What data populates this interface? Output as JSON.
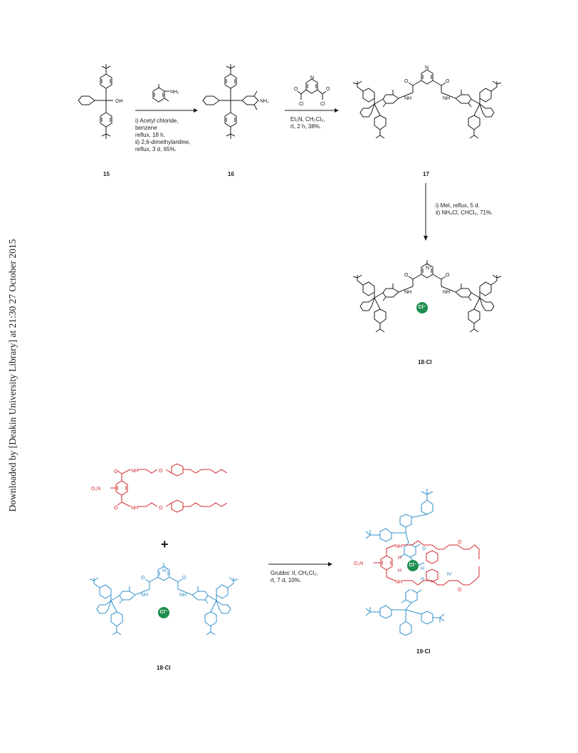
{
  "sidebar_text": "Downloaded by [Deakin University Library] at 21:30 27 October 2015",
  "compounds": {
    "c15": "15",
    "c16": "16",
    "c17": "17",
    "c18": "18·Cl",
    "c18b": "18·Cl",
    "c19": "19·Cl"
  },
  "steps": {
    "s1": [
      "i)  Acetyl chloride,",
      "     benzene",
      "     reflux, 18 h.",
      "ii) 2,6-dimethylaniline,",
      "     reflux, 3 d, 65%."
    ],
    "s2": [
      "Et₃N, CH₂Cl₂,",
      "rt, 2 h, 38%."
    ],
    "s3": [
      "i)  MeI, reflux, 5 d.",
      "ii) NH₄Cl, CHCl₃, 71%."
    ],
    "s4": [
      "Grubbs' II, CH₂Cl₂,",
      "rt, 7 d, 10%."
    ]
  },
  "atoms": {
    "oh": "OH",
    "nh2": "NH₂",
    "n": "N",
    "nplus": "N⁺",
    "cl": "Cl",
    "o": "O",
    "nh": "NH",
    "h": "H",
    "no2": "O₂N",
    "cl_anion": "Cl⁻"
  },
  "plus": "+",
  "colors": {
    "red": "#d0282c",
    "blue": "#2f8fc9",
    "green": "#1e8f4e",
    "ink": "#1a1a1a"
  }
}
